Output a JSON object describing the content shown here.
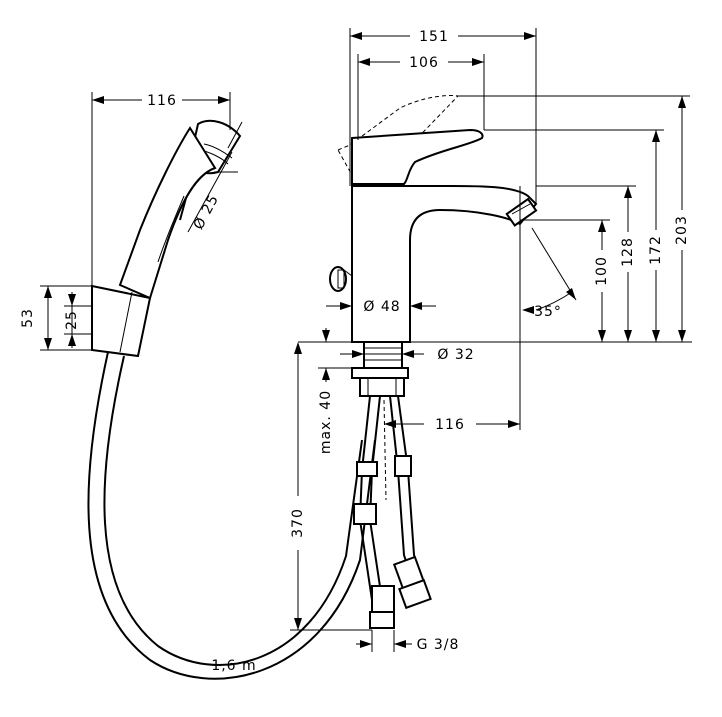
{
  "dimensions": {
    "handshower_width": "116",
    "handshower_diameter": "Ø 25",
    "holder_height": "53",
    "holder_inner": "25",
    "spout_overall_width": "151",
    "lever_width": "106",
    "height_total": "203",
    "height_lever": "172",
    "height_spout": "128",
    "height_outlet": "100",
    "spray_angle": "35°",
    "body_diameter": "Ø 48",
    "shank_diameter": "Ø 32",
    "max_thickness": "max. 40",
    "spout_projection": "116",
    "hose_length_dim": "370",
    "connection_thread": "G 3/8",
    "handshower_hose_length": "1,6 m"
  }
}
